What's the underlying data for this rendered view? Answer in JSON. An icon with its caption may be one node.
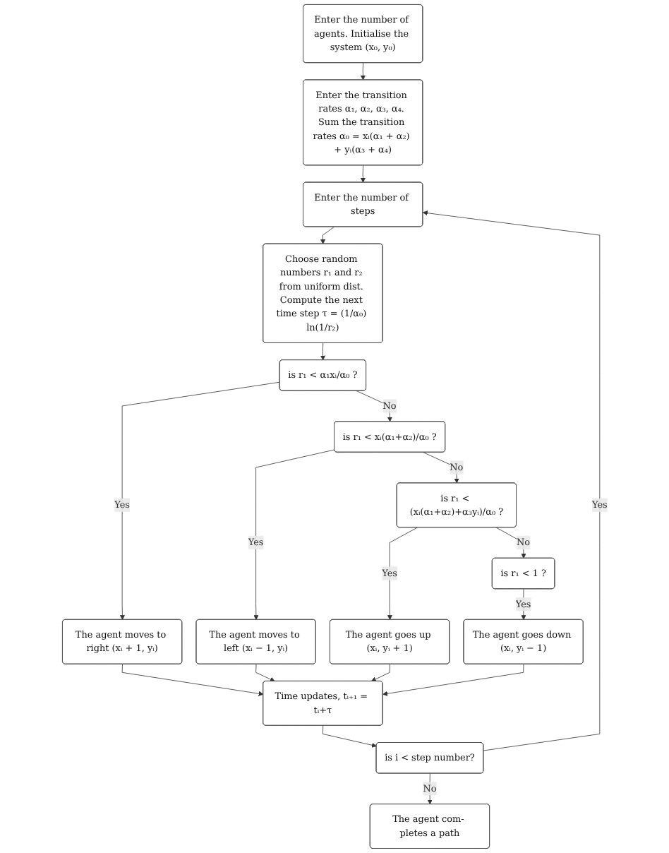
{
  "diagram": {
    "nodes": [
      {
        "text": [
          "Enter the number of agents. Initialise the system (x₀, y₀)"
        ]
      },
      {
        "text": [
          "Enter the transition rates α₁, α₂, α₃, α₄. Sum the transition rates α₀ = xᵢ(α₁ + α₂) + yᵢ(α₃ + α₄)"
        ]
      },
      {
        "text": [
          "The agent com- pletes a path"
        ]
      },
      {
        "text": [
          "Enter the number of steps"
        ]
      },
      {
        "text": [
          "is i < step number?"
        ]
      },
      {
        "text": [
          "Choose random numbers r₁ and r₂ from uniform dist. Compute the next time step τ = (1/α₀) ln(1/r₂)"
        ]
      },
      {
        "text": [
          "Time updates, tᵢ₊₁ = tᵢ+τ"
        ]
      },
      {
        "text": [
          "is r₁ < α₁xᵢ/α₀ ?"
        ]
      },
      {
        "text": [
          "The agent moves to right (xᵢ + 1, yᵢ)"
        ]
      },
      {
        "text": [
          "is r₁ < xᵢ(α₁+α₂)/α₀ ?"
        ]
      },
      {
        "text": [
          "The agent moves to left (xᵢ − 1, yᵢ)"
        ]
      },
      {
        "text": [
          "is r₁ < (xᵢ(α₁+α₂)+α₃yᵢ)/α₀ ?"
        ]
      },
      {
        "text": [
          "The agent goes up (xᵢ, yᵢ + 1)"
        ]
      },
      {
        "text": [
          "is r₁ < 1 ?"
        ]
      },
      {
        "text": [
          "The agent goes down (xᵢ, yᵢ − 1)"
        ]
      }
    ],
    "edges": [
      {
        "from": 0,
        "to": 1,
        "arrow": "to"
      },
      {
        "from": 1,
        "to": 3,
        "arrow": "to"
      },
      {
        "from": 3,
        "to": 5,
        "arrow": "to"
      },
      {
        "from": 5,
        "to": 7,
        "arrow": "to"
      },
      {
        "from": 7,
        "to": 8,
        "arrow": "to",
        "label": "Yes"
      },
      {
        "from": 7,
        "to": 9,
        "arrow": "to",
        "label": "No"
      },
      {
        "from": 9,
        "to": 10,
        "arrow": "to",
        "label": "Yes"
      },
      {
        "from": 9,
        "to": 11,
        "arrow": "to",
        "label": "No"
      },
      {
        "from": 11,
        "to": 12,
        "arrow": "to",
        "label": "Yes"
      },
      {
        "from": 11,
        "to": 13,
        "arrow": "to",
        "label": "No"
      },
      {
        "from": 13,
        "to": 14,
        "arrow": "to",
        "label": "Yes"
      },
      {
        "from": 8,
        "to": 6,
        "arrow": "to"
      },
      {
        "from": 10,
        "to": 6,
        "arrow": "to"
      },
      {
        "from": 12,
        "to": 6,
        "arrow": "to"
      },
      {
        "from": 14,
        "to": 6,
        "arrow": "to"
      },
      {
        "from": 6,
        "to": 4,
        "arrow": "to"
      },
      {
        "from": 4,
        "to": 2,
        "arrow": "to",
        "label": "No"
      },
      {
        "from": 4,
        "to": 3,
        "arrow": "to",
        "label": "Yes"
      }
    ]
  }
}
